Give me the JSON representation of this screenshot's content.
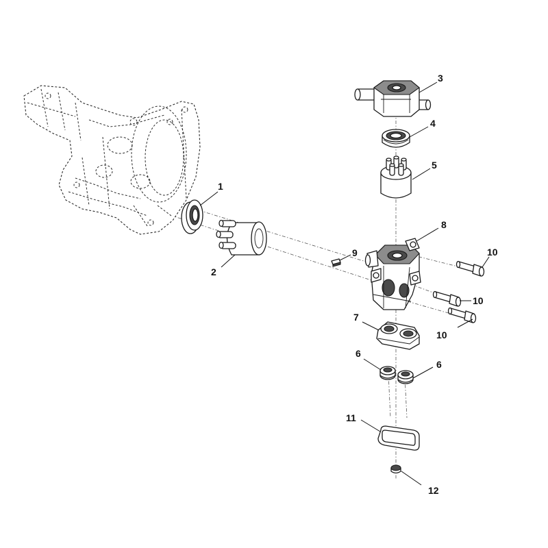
{
  "callouts": [
    {
      "id": "c1",
      "number": "1"
    },
    {
      "id": "c2",
      "number": "2"
    },
    {
      "id": "c3",
      "number": "3"
    },
    {
      "id": "c4",
      "number": "4"
    },
    {
      "id": "c5",
      "number": "5"
    },
    {
      "id": "c6a",
      "number": "6"
    },
    {
      "id": "c6b",
      "number": "6"
    },
    {
      "id": "c7",
      "number": "7"
    },
    {
      "id": "c8",
      "number": "8"
    },
    {
      "id": "c9",
      "number": "9"
    },
    {
      "id": "c10a",
      "number": "10"
    },
    {
      "id": "c10b",
      "number": "10"
    },
    {
      "id": "c10c",
      "number": "10"
    },
    {
      "id": "c11",
      "number": "11"
    },
    {
      "id": "c12",
      "number": "12"
    }
  ]
}
